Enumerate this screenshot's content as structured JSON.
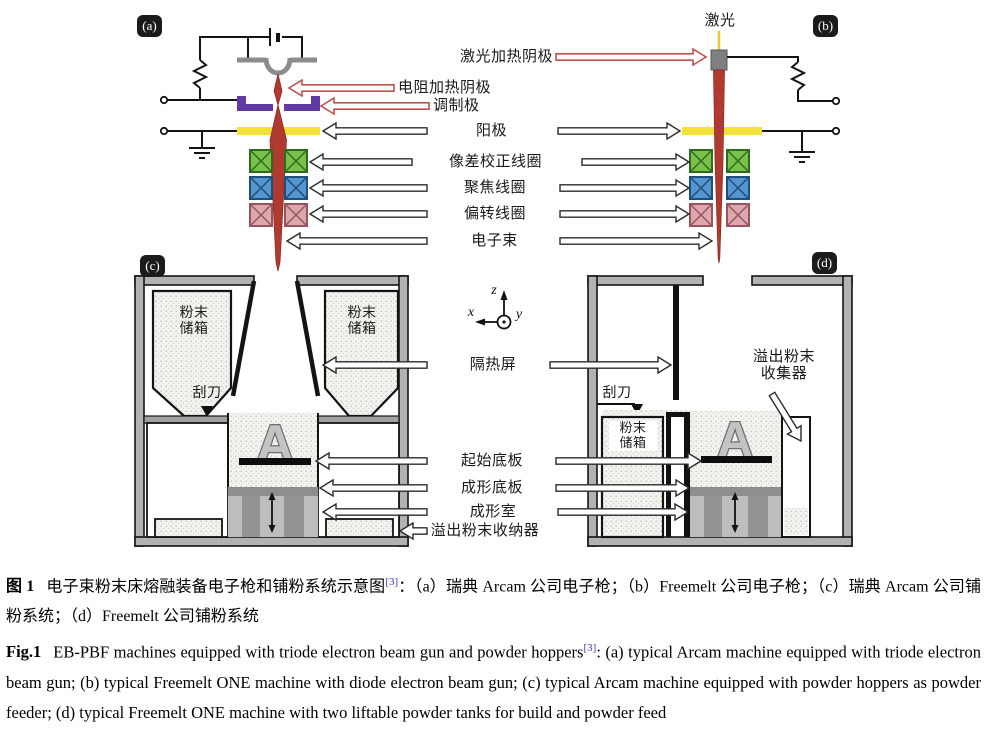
{
  "panel_badges": {
    "a": "(a)",
    "b": "(b)",
    "c": "(c)",
    "d": "(d)"
  },
  "gun_section": {
    "laser_label": "激光",
    "rows": [
      {
        "id": "laser_heated_cathode",
        "text": "激光加热阴极"
      },
      {
        "id": "resistance_heated_cathode",
        "text": "电阻加热阴极"
      },
      {
        "id": "modulation_electrode",
        "text": "调制极"
      },
      {
        "id": "anode",
        "text": "阳极"
      },
      {
        "id": "aberration_correction_coil",
        "text": "像差校正线圈"
      },
      {
        "id": "focusing_coil",
        "text": "聚焦线圈"
      },
      {
        "id": "deflection_coil",
        "text": "偏转线圈"
      },
      {
        "id": "electron_beam",
        "text": "电子束"
      }
    ]
  },
  "powder_section": {
    "axis_labels": {
      "x": "x",
      "y": "y",
      "z": "z"
    },
    "rows": [
      {
        "id": "heat_shield",
        "text": "隔热屏"
      },
      {
        "id": "start_plate",
        "text": "起始底板"
      },
      {
        "id": "build_plate",
        "text": "成形底板"
      },
      {
        "id": "build_chamber",
        "text": "成形室"
      },
      {
        "id": "overflow_powder_container",
        "text": "溢出粉末收纳器"
      }
    ],
    "powder_tank": "粉末\n储箱",
    "rake": "刮刀",
    "overflow_collector": "溢出粉末\n收集器",
    "part_letter": "A"
  },
  "captions": {
    "chinese": {
      "fig_label": "图 1",
      "before_ref": "电子束粉末床熔融装备电子枪和铺粉系统示意图",
      "ref": "[3]",
      "after_ref": "：（a）瑞典 Arcam 公司电子枪；（b）Freemelt 公司电子枪；（c）瑞典 Arcam 公司铺粉系统；（d）Freemelt 公司铺粉系统"
    },
    "english": {
      "fig_label": "Fig.1",
      "before_ref": "EB-PBF machines equipped with triode electron beam gun and powder hoppers",
      "ref": "[3]",
      "after_ref": ": (a) typical Arcam machine equipped with triode electron beam gun; (b) typical Freemelt ONE machine with diode electron beam gun; (c) typical Arcam machine equipped with powder hoppers as powder feeder; (d) typical Freemelt ONE machine with two liftable powder tanks for build and powder feed"
    }
  },
  "colors": {
    "beam_red": "#b03a30",
    "anode_yellow": "#f2e13b",
    "modulator_purple": "#5f3ba3",
    "cathode_gray": "#7f7f7f",
    "coil_green": "#79c14a",
    "coil_blue": "#5596d0",
    "coil_pink": "#dca7ad",
    "chamber_wall_gray": "#b2b2b2",
    "reference_blue": "#3b3bc8"
  }
}
